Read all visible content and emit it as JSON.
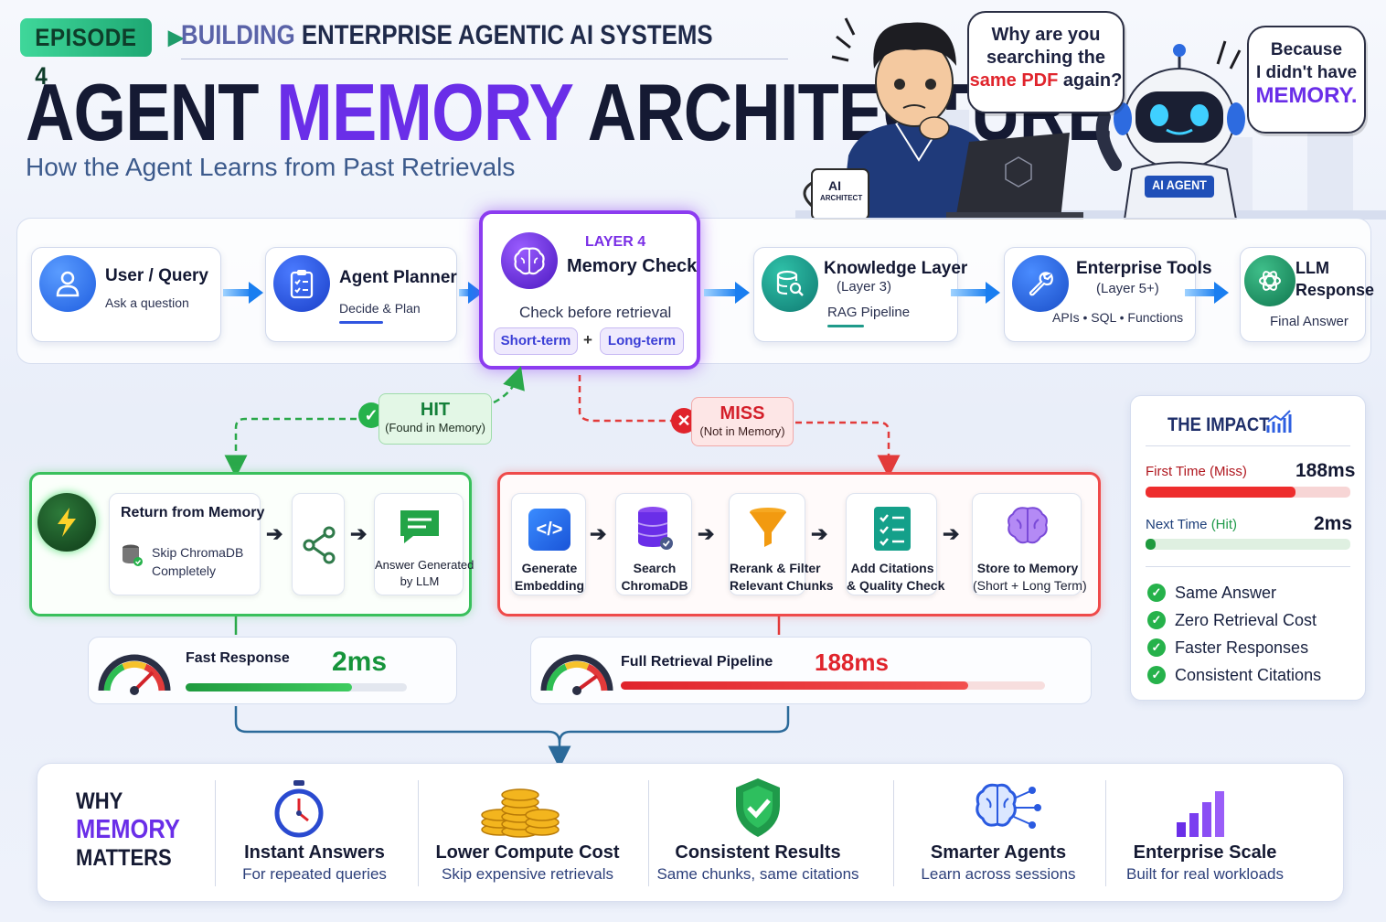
{
  "header": {
    "episode": "EPISODE 4",
    "series_a": "BUILDING",
    "series_b": "ENTERPRISE AGENTIC AI SYSTEMS",
    "title_a": "AGENT",
    "title_b": "MEMORY",
    "title_c": "ARCHITECTURE",
    "subtitle": "How the Agent Learns from Past Retrievals"
  },
  "scene": {
    "human_bubble_1": "Why are you",
    "human_bubble_2": "searching the",
    "human_bubble_3": "same PDF",
    "human_bubble_4": "again?",
    "robot_bubble_1": "Because",
    "robot_bubble_2": "I didn't have",
    "robot_bubble_3": "MEMORY.",
    "mug_line1": "AI",
    "mug_line2": "ARCHITECT",
    "robot_badge": "AI AGENT"
  },
  "flow": {
    "user": {
      "title": "User / Query",
      "sub": "Ask a question"
    },
    "planner": {
      "title": "Agent Planner",
      "sub": "Decide & Plan"
    },
    "memory": {
      "layer": "LAYER 4",
      "title": "Memory Check",
      "sub": "Check before retrieval",
      "short": "Short-term",
      "plus": "+",
      "long": "Long-term"
    },
    "knowledge": {
      "title": "Knowledge Layer",
      "layer": "(Layer 3)",
      "sub": "RAG Pipeline"
    },
    "tools": {
      "title": "Enterprise Tools",
      "layer": "(Layer 5+)",
      "sub": "APIs • SQL • Functions"
    },
    "llm": {
      "title1": "LLM",
      "title2": "Response",
      "sub": "Final Answer"
    }
  },
  "hit": {
    "label": "HIT",
    "sub": "(Found in Memory)"
  },
  "miss": {
    "label": "MISS",
    "sub": "(Not in Memory)"
  },
  "hit_path": {
    "return_title": "Return from Memory",
    "skip1": "Skip ChromaDB",
    "skip2": "Completely",
    "answer1": "Answer Generated",
    "answer2": "by LLM"
  },
  "miss_path": {
    "steps": [
      {
        "l1": "Generate",
        "l2": "Embedding"
      },
      {
        "l1": "Search",
        "l2": "ChromaDB"
      },
      {
        "l1": "Rerank & Filter",
        "l2": "Relevant Chunks"
      },
      {
        "l1": "Add Citations",
        "l2": "& Quality Check"
      },
      {
        "l1": "Store to Memory",
        "l2": "(Short + Long Term)"
      }
    ]
  },
  "speed_fast": {
    "label": "Fast Response",
    "value": "2ms",
    "fill": 0.75
  },
  "speed_slow": {
    "label": "Full Retrieval Pipeline",
    "value": "188ms",
    "fill": 0.82
  },
  "impact": {
    "title": "THE IMPACT",
    "first_label": "First Time",
    "first_tag": "(Miss)",
    "first_value": "188ms",
    "first_fill": 0.73,
    "next_label": "Next Time",
    "next_tag": "(Hit)",
    "next_value": "2ms",
    "next_fill": 0.05,
    "benefits": [
      "Same Answer",
      "Zero Retrieval Cost",
      "Faster Responses",
      "Consistent Citations"
    ]
  },
  "bottom": {
    "why_1": "WHY",
    "why_2": "MEMORY",
    "why_3": "MATTERS",
    "items": [
      {
        "title": "Instant Answers",
        "sub": "For repeated queries",
        "icon": "stopwatch-icon"
      },
      {
        "title": "Lower Compute Cost",
        "sub": "Skip expensive retrievals",
        "icon": "coins-icon"
      },
      {
        "title": "Consistent Results",
        "sub": "Same chunks, same citations",
        "icon": "shield-check-icon"
      },
      {
        "title": "Smarter Agents",
        "sub": "Learn across sessions",
        "icon": "brain-network-icon"
      },
      {
        "title": "Enterprise Scale",
        "sub": "Built for real workloads",
        "icon": "bar-chart-icon"
      }
    ]
  },
  "colors": {
    "accent_purple": "#6a2ee8",
    "hit_green": "#26b24b",
    "miss_red": "#e0242c",
    "flow_blue": "#1a7ef0"
  }
}
